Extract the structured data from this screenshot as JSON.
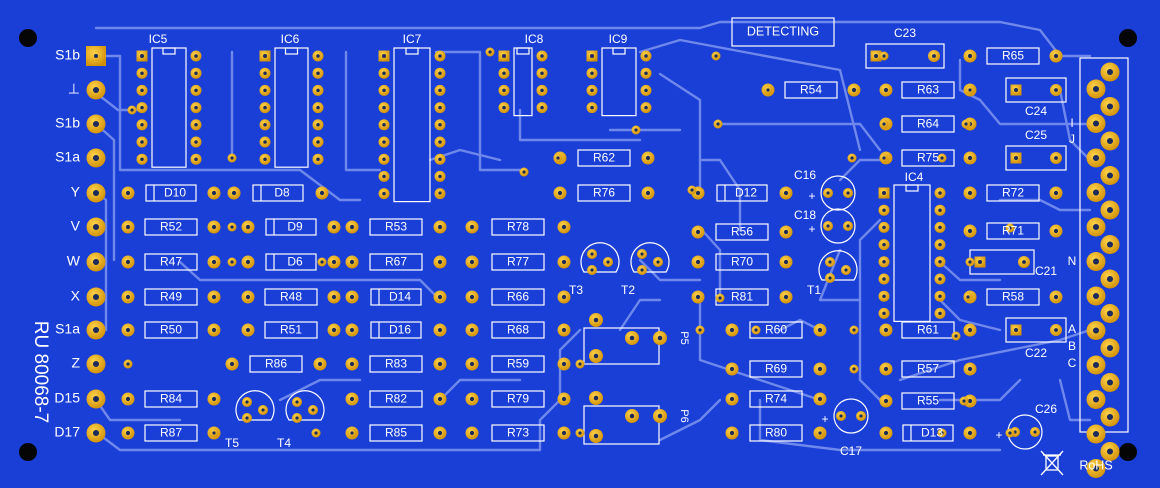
{
  "board": {
    "code": "RU 80068-7",
    "badge": "DETECTING",
    "rohs": "RoHS",
    "colors": {
      "substrate": "#1a3fd6",
      "trace": "#6f88ec",
      "silk": "#ffffff",
      "pad": "#e3a80c",
      "hole": "#1c2b5a"
    }
  },
  "left_terminals": [
    "S1b",
    "⊥",
    "S1b",
    "S1a",
    "Y",
    "V",
    "W",
    "X",
    "S1a",
    "Z",
    "D15",
    "D17"
  ],
  "right_terminals": [
    "I",
    "J",
    "N",
    "A",
    "B",
    "C"
  ],
  "ics": [
    "IC5",
    "IC6",
    "IC7",
    "IC8",
    "IC9",
    "IC4"
  ],
  "resistors": [
    "R52",
    "R47",
    "R49",
    "R50",
    "R48",
    "R51",
    "R53",
    "R67",
    "R78",
    "R77",
    "R66",
    "R68",
    "R86",
    "R83",
    "R59",
    "R82",
    "R79",
    "R85",
    "R73",
    "R84",
    "R87",
    "R62",
    "R76",
    "R54",
    "R56",
    "R70",
    "R81",
    "R60",
    "R69",
    "R74",
    "R80",
    "R63",
    "R64",
    "R75",
    "R61",
    "R57",
    "R55",
    "R65",
    "R72",
    "R71",
    "R58"
  ],
  "diodes": [
    "D10",
    "D8",
    "D9",
    "D6",
    "D14",
    "D16",
    "D12",
    "D13"
  ],
  "capacitors": [
    "C23",
    "C24",
    "C25",
    "C21",
    "C22",
    "C16",
    "C18",
    "C17",
    "C26"
  ],
  "transistors": [
    "T1",
    "T2",
    "T3",
    "T4",
    "T5"
  ],
  "pots": [
    "P5",
    "P6"
  ],
  "polarity": "+"
}
